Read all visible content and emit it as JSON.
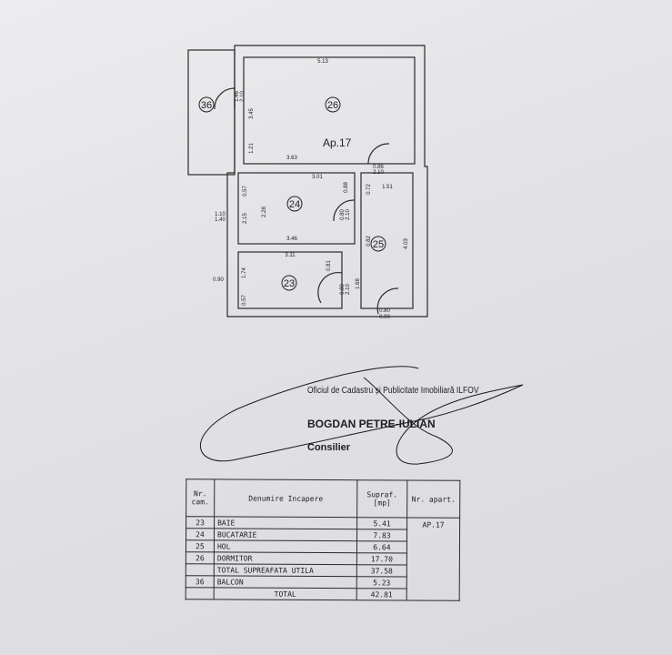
{
  "plan": {
    "apartment_label": "Ap.17",
    "rooms": [
      "36",
      "26",
      "24",
      "25",
      "23"
    ],
    "dimensions": [
      "5.13",
      "3.45",
      "1.21",
      "3.63",
      "0.86",
      "2.10",
      "1.46",
      "2.10",
      "3.01",
      "0.57",
      "2.15",
      "2.28",
      "0.88",
      "0.72",
      "1.51",
      "0.80",
      "2.10",
      "3.46",
      "0.82",
      "4.03",
      "1.10",
      "1.40",
      "3.11",
      "0.81",
      "1.74",
      "0.57",
      "0.80",
      "2.10",
      "1.68",
      "0.80",
      "0.90",
      "0.90",
      "2.10"
    ]
  },
  "stamp": {
    "office": "Oficiul de Cadastru și Publicitate Imobiliară ILFOV",
    "name": "BOGDAN PETRE-IULIAN",
    "role": "Consilier"
  },
  "table": {
    "headers": {
      "nr": "Nr. cam.",
      "name": "Denumire Incapere",
      "area": "Supraf. [mp]",
      "apart": "Nr. apart."
    },
    "apartment": "AP.17",
    "rows": [
      {
        "nr": "23",
        "name": "BAIE",
        "area": "5.41"
      },
      {
        "nr": "24",
        "name": "BUCATARIE",
        "area": "7.83"
      },
      {
        "nr": "25",
        "name": "HOL",
        "area": "6.64"
      },
      {
        "nr": "26",
        "name": "DORMITOR",
        "area": "17.70"
      },
      {
        "nr": "",
        "name": "TOTAL SUPREAFATA UTILA",
        "area": "37.58"
      },
      {
        "nr": "36",
        "name": "BALCON",
        "area": "5.23"
      },
      {
        "nr": "",
        "name": "TOTAL",
        "area": "42.81"
      }
    ]
  }
}
